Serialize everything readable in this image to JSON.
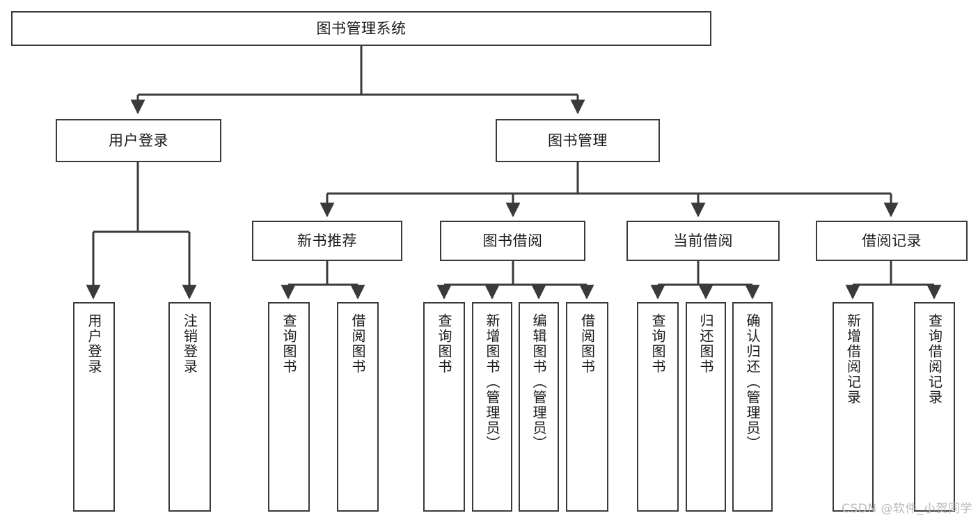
{
  "diagram": {
    "title": "图书管理系统",
    "type": "tree-hierarchy-diagram",
    "watermark": "CSDN @软件_小贺同学",
    "colors": {
      "box_border": "#3a3a3a",
      "box_fill": "#ffffff",
      "edge": "#3a3a3a",
      "text": "#1b1b1b",
      "watermark": "#b9b9b9",
      "background": "#ffffff"
    }
  },
  "nodes": {
    "root": {
      "label": "图书管理系统"
    },
    "level2": [
      {
        "id": "user-login",
        "label": "用户登录"
      },
      {
        "id": "book-management",
        "label": "图书管理"
      }
    ],
    "level3": [
      {
        "id": "new-book-recommend",
        "label": "新书推荐"
      },
      {
        "id": "book-borrow",
        "label": "图书借阅"
      },
      {
        "id": "current-borrow",
        "label": "当前借阅"
      },
      {
        "id": "borrow-record",
        "label": "借阅记录"
      }
    ],
    "leaves": {
      "user_login": [
        {
          "id": "leaf-user-login",
          "label": "用户登录"
        },
        {
          "id": "leaf-logout-login",
          "label": "注销登录"
        }
      ],
      "new_book_recommend": [
        {
          "id": "leaf-query-book-1",
          "label": "查询图书"
        },
        {
          "id": "leaf-borrow-book-1",
          "label": "借阅图书"
        }
      ],
      "book_borrow": [
        {
          "id": "leaf-query-book-2",
          "label": "查询图书"
        },
        {
          "id": "leaf-add-book",
          "label": "新增图书（管理员）"
        },
        {
          "id": "leaf-edit-book",
          "label": "编辑图书（管理员）"
        },
        {
          "id": "leaf-borrow-book-2",
          "label": "借阅图书"
        }
      ],
      "current_borrow": [
        {
          "id": "leaf-query-book-3",
          "label": "查询图书"
        },
        {
          "id": "leaf-return-book",
          "label": "归还图书"
        },
        {
          "id": "leaf-confirm-return",
          "label": "确认归还（管理员）"
        }
      ],
      "borrow_record": [
        {
          "id": "leaf-add-record",
          "label": "新增借阅记录"
        },
        {
          "id": "leaf-query-record",
          "label": "查询借阅记录"
        }
      ]
    }
  }
}
